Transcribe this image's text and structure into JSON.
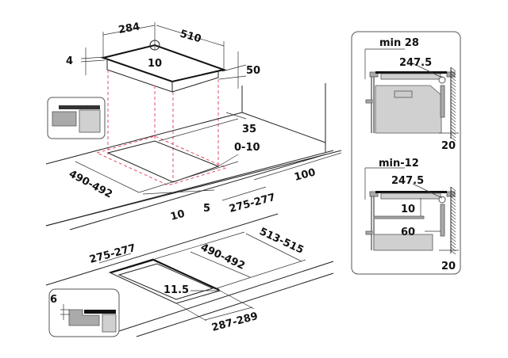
{
  "top_view": {
    "width_label": "284",
    "depth_label": "510",
    "center_label": "10",
    "glass_label": "4",
    "height_label": "50",
    "rear_gap_label": "35",
    "gap_range_label": "0-10",
    "wall_label": "100",
    "cutout_depth_label": "490-492",
    "front_gap_label": "10",
    "side_gap_label": "5",
    "cutout_width_label": "275-277"
  },
  "bottom_view": {
    "cutout_width_label": "275-277",
    "cutout_depth_label": "490-492",
    "outer_depth_label": "513-515",
    "corner_label": "11.5",
    "outer_width_label": "287-289",
    "inset_label": "6"
  },
  "side_panel": {
    "top": {
      "min_label": "min 28",
      "distance_label": "247.5",
      "wall_label": "20"
    },
    "bottom": {
      "min_label": "min-12",
      "distance_label": "247.5",
      "gap_label": "10",
      "clearance_label": "60",
      "wall_label": "20"
    }
  }
}
